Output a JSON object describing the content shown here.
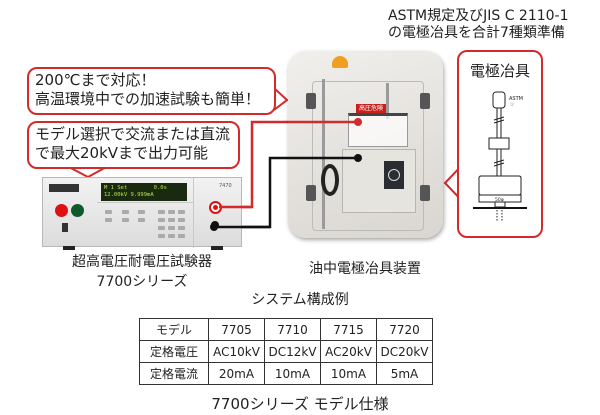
{
  "top_note": {
    "line1": "ASTM規定及びJIS C 2110-1",
    "line2": "の電極冶具を合計7種類準備"
  },
  "callouts": {
    "temperature": {
      "line1": "200℃まで対応！",
      "line2": "高温環境中での加速試験も簡単！"
    },
    "output": {
      "line1": "モデル選択で交流または直流",
      "line2": "で最大20kVまで出力可能"
    },
    "electrode_jig": {
      "title": "電極冶具",
      "astm_label": "ASTM",
      "astm_number": "①",
      "dimension_label": "50φ"
    }
  },
  "tester": {
    "caption_line1": "超高電圧耐電圧試験器",
    "caption_line2": "7700シリーズ",
    "model_number": "7470",
    "lcd_line1": "M 1 Set        0.0s",
    "lcd_line2": "12.00kV 9.999mA"
  },
  "apparatus": {
    "caption": "油中電極冶具装置",
    "warning_label": "高圧危険"
  },
  "system_example_title": "システム構成例",
  "spec_table": {
    "headers": [
      "モデル",
      "7705",
      "7710",
      "7715",
      "7720"
    ],
    "rows": [
      [
        "定格電圧",
        "AC10kV",
        "DC12kV",
        "AC20kV",
        "DC20kV"
      ],
      [
        "定格電流",
        "20mA",
        "10mA",
        "10mA",
        "5mA"
      ]
    ],
    "caption": "7700シリーズ モデル仕様"
  },
  "colors": {
    "accent_red": "#d42a2a",
    "wire_black": "#111111"
  }
}
